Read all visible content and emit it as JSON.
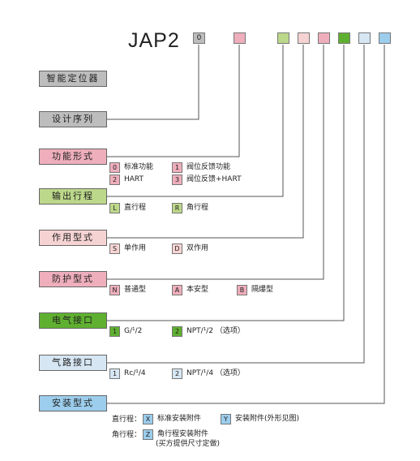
{
  "model": "JAP2",
  "colors": {
    "gray": "#bdbdbd",
    "pink": "#eeaebb",
    "green_light": "#bcd88a",
    "pink_light": "#f6d3d3",
    "green": "#5fb030",
    "blue_light": "#d6e6f3",
    "blue": "#9ccdec"
  },
  "code_boxes": [
    {
      "label": "0",
      "color": "#bdbdbd"
    },
    {
      "label": "",
      "color": "#eeaebb"
    },
    {
      "label": "",
      "color": "#bcd88a"
    },
    {
      "label": "",
      "color": "#f6d3d3"
    },
    {
      "label": "",
      "color": "#eeaebb"
    },
    {
      "label": "",
      "color": "#5fb030"
    },
    {
      "label": "",
      "color": "#d6e6f3"
    },
    {
      "label": "",
      "color": "#9ccdec"
    }
  ],
  "categories": [
    {
      "label": "智能定位器",
      "color": "#bdbdbd"
    },
    {
      "label": "设计序列",
      "color": "#bdbdbd"
    },
    {
      "label": "功能形式",
      "color": "#eeaebb"
    },
    {
      "label": "输出行程",
      "color": "#bcd88a"
    },
    {
      "label": "作用型式",
      "color": "#f6d3d3"
    },
    {
      "label": "防护型式",
      "color": "#eeaebb"
    },
    {
      "label": "电气接口",
      "color": "#5fb030"
    },
    {
      "label": "气路接口",
      "color": "#d6e6f3"
    },
    {
      "label": "安装型式",
      "color": "#9ccdec"
    }
  ],
  "options": {
    "function": [
      {
        "key": "0",
        "text": "标准功能",
        "color": "#eeaebb"
      },
      {
        "key": "1",
        "text": "阀位反馈功能",
        "color": "#eeaebb"
      },
      {
        "key": "2",
        "text": "HART",
        "color": "#eeaebb"
      },
      {
        "key": "3",
        "text": "阀位反馈+HART",
        "color": "#eeaebb"
      }
    ],
    "stroke": [
      {
        "key": "L",
        "text": "直行程",
        "color": "#bcd88a"
      },
      {
        "key": "R",
        "text": "角行程",
        "color": "#bcd88a"
      }
    ],
    "action": [
      {
        "key": "S",
        "text": "单作用",
        "color": "#f6d3d3"
      },
      {
        "key": "D",
        "text": "双作用",
        "color": "#f6d3d3"
      }
    ],
    "protection": [
      {
        "key": "N",
        "text": "普通型",
        "color": "#eeaebb"
      },
      {
        "key": "A",
        "text": "本安型",
        "color": "#eeaebb"
      },
      {
        "key": "B",
        "text": "隔爆型",
        "color": "#eeaebb"
      }
    ],
    "electrical": [
      {
        "key": "1",
        "text": "G/¹/2",
        "color": "#5fb030"
      },
      {
        "key": "2",
        "text": "NPT/¹/2 （选项）",
        "color": "#5fb030"
      }
    ],
    "air": [
      {
        "key": "1",
        "text": "Rc/¹/4",
        "color": "#d6e6f3"
      },
      {
        "key": "2",
        "text": "NPT/¹/4 （选项）",
        "color": "#d6e6f3"
      }
    ],
    "mounting": [
      {
        "key": "X",
        "text": "标准安装附件",
        "color": "#9ccdec"
      },
      {
        "key": "Y",
        "text": "安装附件(外形见图)",
        "color": "#9ccdec"
      },
      {
        "key": "Z",
        "text": "角行程安装附件",
        "color": "#9ccdec"
      }
    ]
  },
  "mounting_labels": {
    "linear": "直行程：",
    "angular": "角行程："
  },
  "mounting_note": "(买方提供尺寸定做)"
}
